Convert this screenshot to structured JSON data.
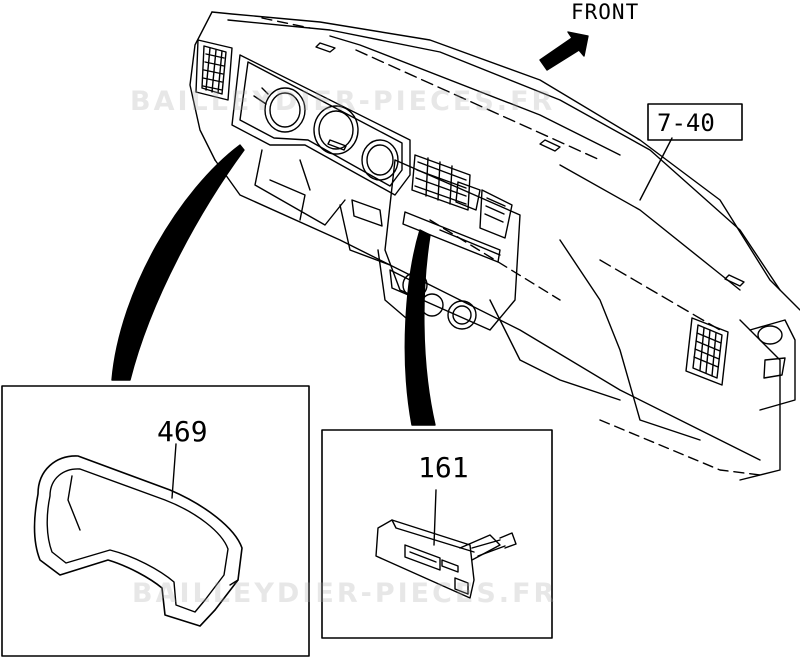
{
  "diagram": {
    "front_label": "FRONT",
    "reference_label": "7-40",
    "parts": [
      {
        "number": "469",
        "name": "meter cluster bezel"
      },
      {
        "number": "161",
        "name": "switch"
      }
    ],
    "watermark": "BAILLEYDIER-PIECES.FR"
  }
}
